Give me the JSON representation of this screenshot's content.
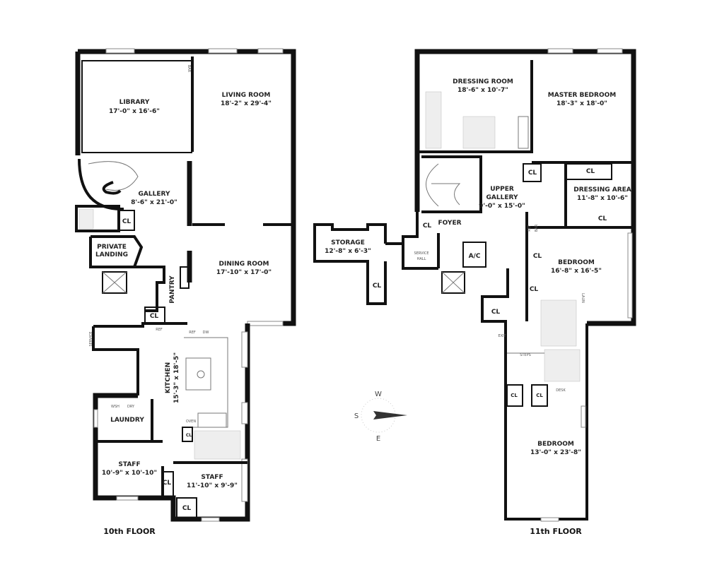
{
  "floors": {
    "tenth": {
      "label": "10th FLOOR",
      "rooms": {
        "library": {
          "name": "LIBRARY",
          "dims": "17'-0\" x 16'-6\""
        },
        "living_room": {
          "name": "LIVING ROOM",
          "dims": "18'-2\" x 29'-4\""
        },
        "gallery": {
          "name": "GALLERY",
          "dims": "8'-6\" x 21'-0\""
        },
        "dining_room": {
          "name": "DINING ROOM",
          "dims": "17'-10\" x 17'-0\""
        },
        "private_landing": {
          "name_1": "PRIVATE",
          "name_2": "LANDING"
        },
        "pantry": {
          "name": "PANTRY"
        },
        "kitchen": {
          "name": "KITCHEN",
          "dims": "15'-3\" x 18'-5\""
        },
        "laundry": {
          "name": "LAUNDRY"
        },
        "staff_1": {
          "name": "STAFF",
          "dims": "10'-9\" x 10'-10\""
        },
        "staff_2": {
          "name": "STAFF",
          "dims": "11'-10\" x 9'-9\""
        },
        "service": {
          "name": "SERVICE"
        }
      },
      "closet_label": "CL",
      "fixtures": {
        "bar": "BAR",
        "ref": "REF",
        "dw": "DW",
        "wsh": "WSH",
        "dry": "DRY",
        "oven": "OVEN"
      }
    },
    "eleventh": {
      "label": "11th FLOOR",
      "rooms": {
        "dressing_room": {
          "name": "DRESSING ROOM",
          "dims": "18'-6\" x 10'-7\""
        },
        "master_bedroom": {
          "name": "MASTER BEDROOM",
          "dims": "18'-3\" x 18'-0\""
        },
        "upper_gallery": {
          "name_1": "UPPER",
          "name_2": "GALLERY",
          "dims": "9'-0\" x 15'-0\""
        },
        "dressing_area": {
          "name": "DRESSING AREA",
          "dims": "11'-8\" x 10'-6\""
        },
        "foyer": {
          "name": "FOYER"
        },
        "storage": {
          "name": "STORAGE",
          "dims": "12'-8\" x 6'-3\""
        },
        "service_hall": {
          "name_1": "SERVICE",
          "name_2": "HALL"
        },
        "ac": {
          "name": "A/C"
        },
        "bedroom_1": {
          "name": "BEDROOM",
          "dims": "16'-8\" x 16'-5\""
        },
        "bedroom_2": {
          "name": "BEDROOM",
          "dims": "13'-0\" x 23'-8\""
        }
      },
      "closet_label": "CL",
      "fixtures": {
        "ref": "REF",
        "bar": "BAR",
        "exit": "EXIT",
        "desk": "DESK",
        "steps": "STEPS",
        "laundry": "LAUN"
      }
    }
  },
  "compass": {
    "w": "W",
    "s": "S",
    "e": "E",
    "pointer_direction": "N"
  }
}
